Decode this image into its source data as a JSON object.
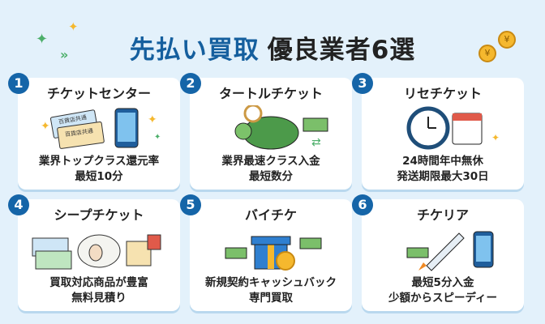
{
  "header": {
    "title_blue": "先払い買取",
    "title_dark": "優良業者6選"
  },
  "colors": {
    "background": "#e3f1fb",
    "accent": "#155f9e",
    "badge": "#1565a8"
  },
  "cards": [
    {
      "number": "1",
      "name": "チケットセンター",
      "line1": "業界トップクラス還元率",
      "line2": "最短10分",
      "illustration": "ticket-phone-icon",
      "ticket_text": "百貨店共通"
    },
    {
      "number": "2",
      "name": "タートルチケット",
      "line1": "業界最速クラス入金",
      "line2": "最短数分",
      "illustration": "turtle-clock-icon"
    },
    {
      "number": "3",
      "name": "リセチケット",
      "line1": "24時間年中無休",
      "line2": "発送期限最大30日",
      "illustration": "clock-calendar-icon"
    },
    {
      "number": "4",
      "name": "シープチケット",
      "line1": "買取対応商品が豊富",
      "line2": "無料見積り",
      "illustration": "sheep-ticket-icon"
    },
    {
      "number": "5",
      "name": "バイチケ",
      "line1": "新規契約キャッシュバック",
      "line2": "専門買取",
      "illustration": "gift-money-icon"
    },
    {
      "number": "6",
      "name": "チケリア",
      "line1": "最短5分入金",
      "line2": "少額からスピーディー",
      "illustration": "rocket-phone-icon"
    }
  ]
}
